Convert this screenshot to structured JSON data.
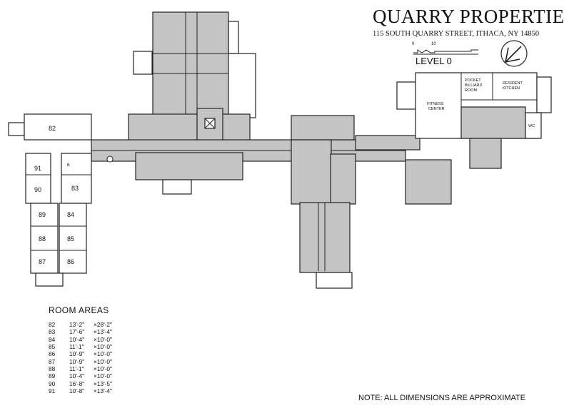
{
  "header": {
    "title": "QUARRY PROPERTIES",
    "address": "115 SOUTH QUARRY STREET, ITHACA, NY 14850",
    "level": "LEVEL 0",
    "scale_start": "0",
    "scale_end": "10"
  },
  "rooms": {
    "r82": "82",
    "r83": "83",
    "r84": "84",
    "r85": "85",
    "r86": "86",
    "r87": "87",
    "r88": "88",
    "r89": "89",
    "r90": "90",
    "r91": "91",
    "bath": "B"
  },
  "spaces": {
    "fitness_1": "FITNESS",
    "fitness_2": "CENTER",
    "billiard_1": "POCKET",
    "billiard_2": "BILLIARD",
    "billiard_3": "ROOM",
    "kitchen_1": "RESIDENT",
    "kitchen_2": "KITCHEN",
    "wc": "WC"
  },
  "room_areas": {
    "title": "ROOM AREAS",
    "rows": [
      {
        "room": "82",
        "width": "13'-2\"",
        "length": "×28'-2\""
      },
      {
        "room": "83",
        "width": "17'-6\"",
        "length": "×13'-4\""
      },
      {
        "room": "84",
        "width": "10'-4\"",
        "length": "×10'-0\""
      },
      {
        "room": "85",
        "width": "11'-1\"",
        "length": "×10'-0\""
      },
      {
        "room": "86",
        "width": "10'-9\"",
        "length": "×10'-0\""
      },
      {
        "room": "87",
        "width": "10'-9\"",
        "length": "×10'-0\""
      },
      {
        "room": "88",
        "width": "11'-1\"",
        "length": "×10'-0\""
      },
      {
        "room": "89",
        "width": "10'-4\"",
        "length": "×10'-0\""
      },
      {
        "room": "90",
        "width": "16'-8\"",
        "length": "×13'-5\""
      },
      {
        "room": "91",
        "width": "10'-8\"",
        "length": "×13'-4\""
      }
    ]
  },
  "note": "NOTE: ALL DIMENSIONS ARE APPROXIMATE",
  "colors": {
    "shaded_area": "#c4c4c4",
    "line": "#222222",
    "background": "#ffffff"
  }
}
